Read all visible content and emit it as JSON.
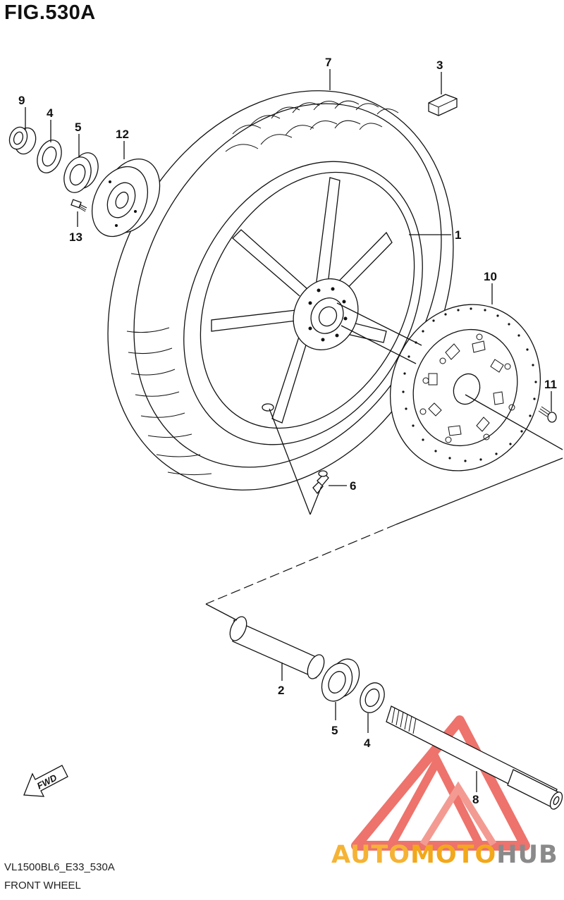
{
  "figure": {
    "title": "FIG.530A",
    "code": "VL1500BL6_E33_530A",
    "name": "FRONT WHEEL"
  },
  "fwd_label": "FWD",
  "parts": [
    {
      "label": "1",
      "part": "wheel rim"
    },
    {
      "label": "2",
      "part": "spacer"
    },
    {
      "label": "3",
      "part": "balancer weight"
    },
    {
      "label": "4",
      "part": "dust seal"
    },
    {
      "label": "5",
      "part": "bearing"
    },
    {
      "label": "6",
      "part": "valve"
    },
    {
      "label": "7",
      "part": "tire"
    },
    {
      "label": "8",
      "part": "front axle"
    },
    {
      "label": "9",
      "part": "collar"
    },
    {
      "label": "10",
      "part": "brake disc"
    },
    {
      "label": "11",
      "part": "disc bolt"
    },
    {
      "label": "12",
      "part": "gear box"
    },
    {
      "label": "13",
      "part": "bolt"
    }
  ],
  "callouts": {
    "c9": "9",
    "c4a": "4",
    "c5a": "5",
    "c12": "12",
    "c13": "13",
    "c7": "7",
    "c3": "3",
    "c1": "1",
    "c10": "10",
    "c11": "11",
    "c6": "6",
    "c2": "2",
    "c5b": "5",
    "c4b": "4",
    "c8": "8"
  },
  "watermark": {
    "auto": "AUTO",
    "moto": "MOTO",
    "hub": "HUB",
    "colors": {
      "triangle": "#e8453c",
      "auto": "#f5b335",
      "moto": "#f2a81a",
      "hub": "#8a8a8a"
    }
  }
}
